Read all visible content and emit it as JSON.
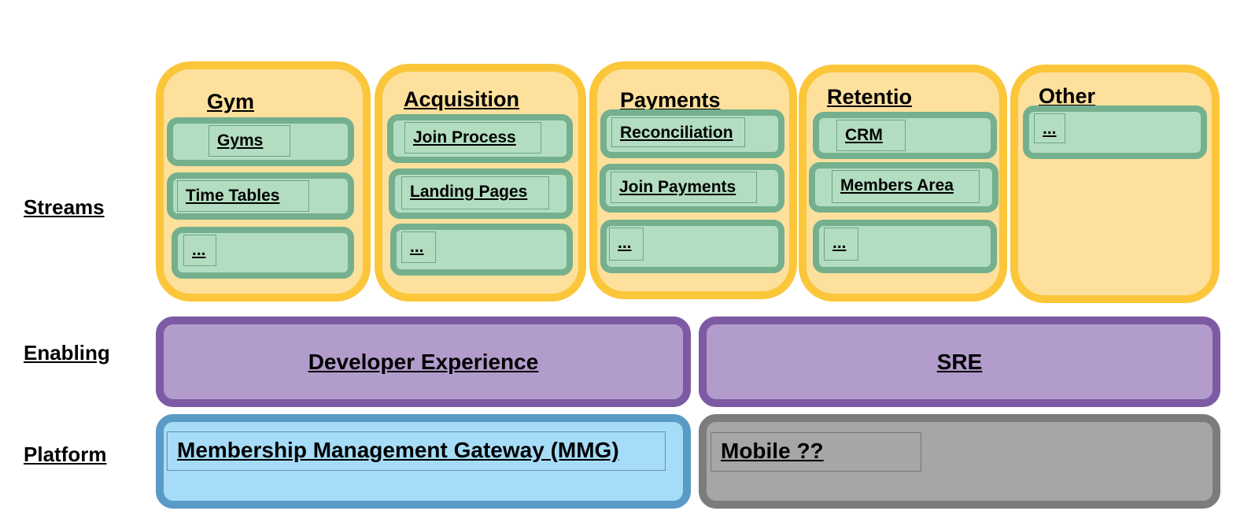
{
  "rows": {
    "streams": "Streams",
    "enabling": "Enabling",
    "platform": "Platform"
  },
  "streams": [
    {
      "title": "Gym",
      "items": [
        "Gyms",
        "Time Tables",
        "..."
      ]
    },
    {
      "title": "Acquisition",
      "items": [
        "Join Process",
        "Landing Pages",
        "..."
      ]
    },
    {
      "title": "Payments",
      "items": [
        "Reconciliation",
        "Join Payments",
        "..."
      ]
    },
    {
      "title": "Retentio",
      "items": [
        "CRM",
        "Members Area",
        "..."
      ]
    },
    {
      "title": "Other",
      "items": [
        "..."
      ]
    }
  ],
  "enabling": [
    "Developer Experience",
    "SRE"
  ],
  "platform": [
    "Membership Management Gateway (MMG)",
    "Mobile ??"
  ],
  "colors": {
    "stream_fill": "#fde09c",
    "stream_border": "#fbc63a",
    "chip_fill": "#b3ddc1",
    "chip_border": "#74b08d",
    "enabling_fill": "#b29ccb",
    "enabling_border": "#7d5aa4",
    "platform_mmg_fill": "#a6dcf7",
    "platform_mmg_border": "#5a9bc6",
    "platform_mobile_fill": "#a6a6a6",
    "platform_mobile_border": "#7c7c7c"
  }
}
